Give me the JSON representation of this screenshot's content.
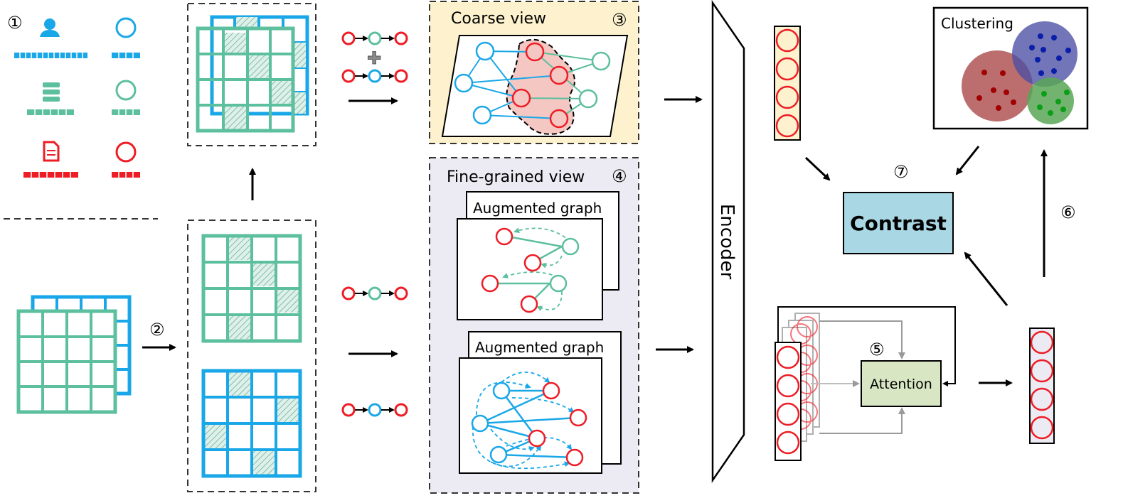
{
  "legend": {
    "step_marker": "①",
    "colors": {
      "blue": "#1aa7e8",
      "green": "#5cbf9d",
      "red": "#ee1c25"
    },
    "icons": [
      "user-icon",
      "server-icon",
      "document-icon"
    ]
  },
  "steps": {
    "s2": "②",
    "s3": "③",
    "s4": "④",
    "s5": "⑤",
    "s6": "⑥",
    "s7": "⑦"
  },
  "coarse_view": {
    "title": "Coarse view",
    "bg": "#fdf2cd",
    "blob": "#f4c7c3"
  },
  "fine_view": {
    "title": "Fine-grained view",
    "bg": "#eceaf3",
    "graph_label_1": "Augmented graph",
    "graph_label_2": "Augmented graph"
  },
  "plus_glyph": "✚",
  "encoder": {
    "label": "Encoder"
  },
  "attention": {
    "label": "Attention",
    "bg": "#d8e6c4"
  },
  "contrast": {
    "label": "Contrast",
    "bg": "#a9d7e4"
  },
  "clustering": {
    "title": "Clustering",
    "clusters": [
      {
        "name": "red",
        "fill": "#a94547",
        "dot": "#a00000"
      },
      {
        "name": "blue",
        "fill": "#4a4ea3",
        "dot": "#0b1ea8"
      },
      {
        "name": "green",
        "fill": "#59a656",
        "dot": "#0b9e17"
      }
    ]
  }
}
